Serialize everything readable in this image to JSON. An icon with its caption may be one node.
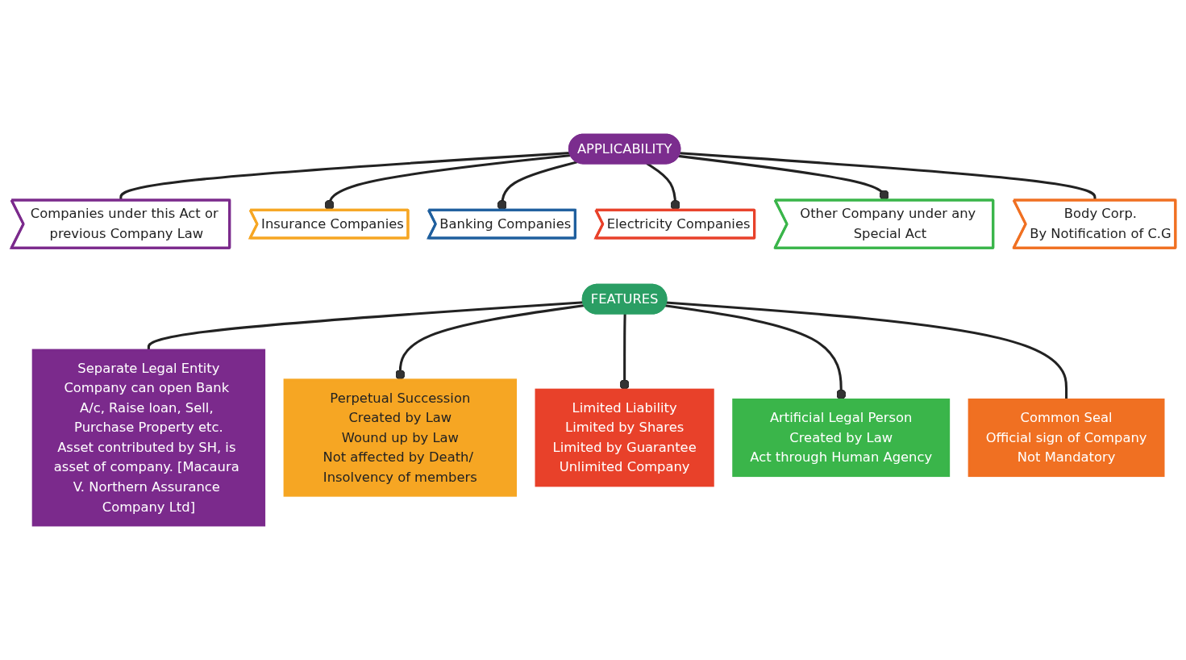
{
  "diagram": {
    "nodes": [
      {
        "text": [
          "APPLICABILITY"
        ]
      },
      {
        "text": [
          "Companies under this Act or previous Company Law"
        ]
      },
      {
        "text": [
          "Insurance Companies"
        ]
      },
      {
        "text": [
          "Banking Companies"
        ]
      },
      {
        "text": [
          "Electricity Companies"
        ]
      },
      {
        "text": [
          "Other Company under any Special Act"
        ]
      },
      {
        "text": [
          "Body Corp.",
          "By Notification of C.G"
        ]
      },
      {
        "text": [
          "FEATURES"
        ]
      },
      {
        "text": [
          "Separate Legal Entity",
          "Company can open Bank A/c, Raise loan, Sell, Purchase Property etc.",
          "Asset contributed by SH, is asset of company. [Macaura V. Northern Assurance Company Ltd]"
        ]
      },
      {
        "text": [
          "Perpetual Succession",
          "Created by Law",
          "Wound up by Law",
          "Not affected by Death/ Insolvency of members"
        ]
      },
      {
        "text": [
          "Limited Liability",
          "Limited by Shares",
          "Limited by Guarantee",
          "Unlimited Company"
        ]
      },
      {
        "text": [
          "Artificial Legal Person",
          "Created by Law",
          "Act through Human Agency"
        ]
      },
      {
        "text": [
          "Common Seal",
          "Official sign of Company",
          "Not Mandatory"
        ]
      }
    ],
    "edges": [
      {
        "from": 0,
        "to": 1,
        "arrow": "none"
      },
      {
        "from": 0,
        "to": 2,
        "arrow": "other"
      },
      {
        "from": 0,
        "to": 3,
        "arrow": "other"
      },
      {
        "from": 0,
        "to": 4,
        "arrow": "other"
      },
      {
        "from": 0,
        "to": 5,
        "arrow": "other"
      },
      {
        "from": 0,
        "to": 6,
        "arrow": "none"
      },
      {
        "from": 7,
        "to": 8,
        "arrow": "none"
      },
      {
        "from": 7,
        "to": 9,
        "arrow": "other"
      },
      {
        "from": 7,
        "to": 10,
        "arrow": "other"
      },
      {
        "from": 7,
        "to": 11,
        "arrow": "other"
      },
      {
        "from": 7,
        "to": 12,
        "arrow": "none"
      }
    ]
  }
}
